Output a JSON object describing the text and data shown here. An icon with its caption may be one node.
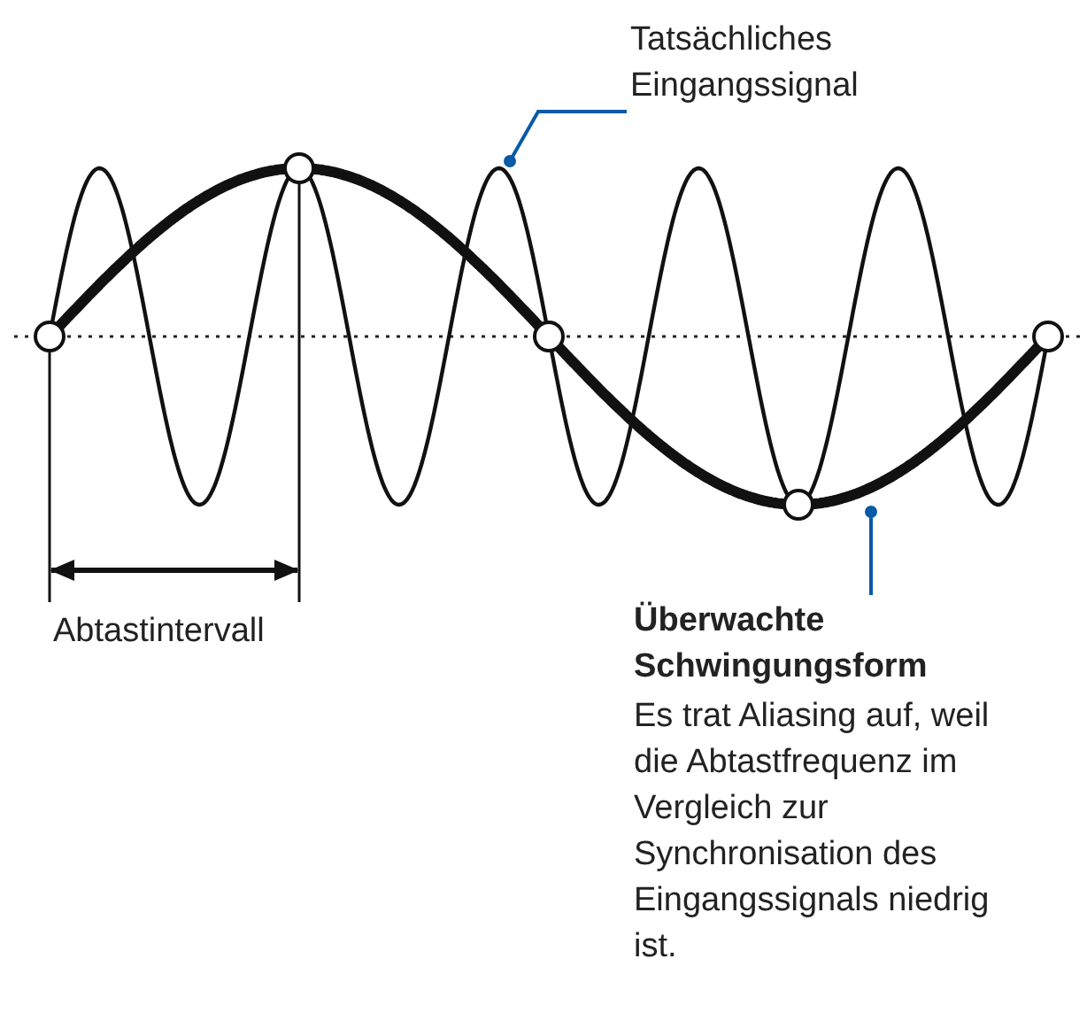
{
  "diagram": {
    "nodes": [
      {
        "text": [
          "Tatsächliches Eingangssignal"
        ]
      },
      {
        "text": [],
        "shape": "picture"
      },
      {
        "text": [
          "Überwachte Schwingungsform",
          "Es trat Aliasing auf, weil die Abtastfrequenz im Vergleich zur Synchronisation des Eingangssignals niedrig ist."
        ]
      },
      {
        "text": [],
        "shape": "picture"
      }
    ],
    "edges": [
      {
        "from": 0,
        "to": 1,
        "arrow": "other"
      },
      {
        "from": 2,
        "to": 3,
        "arrow": "other"
      }
    ],
    "labels": [
      "Abtastintervall"
    ]
  }
}
